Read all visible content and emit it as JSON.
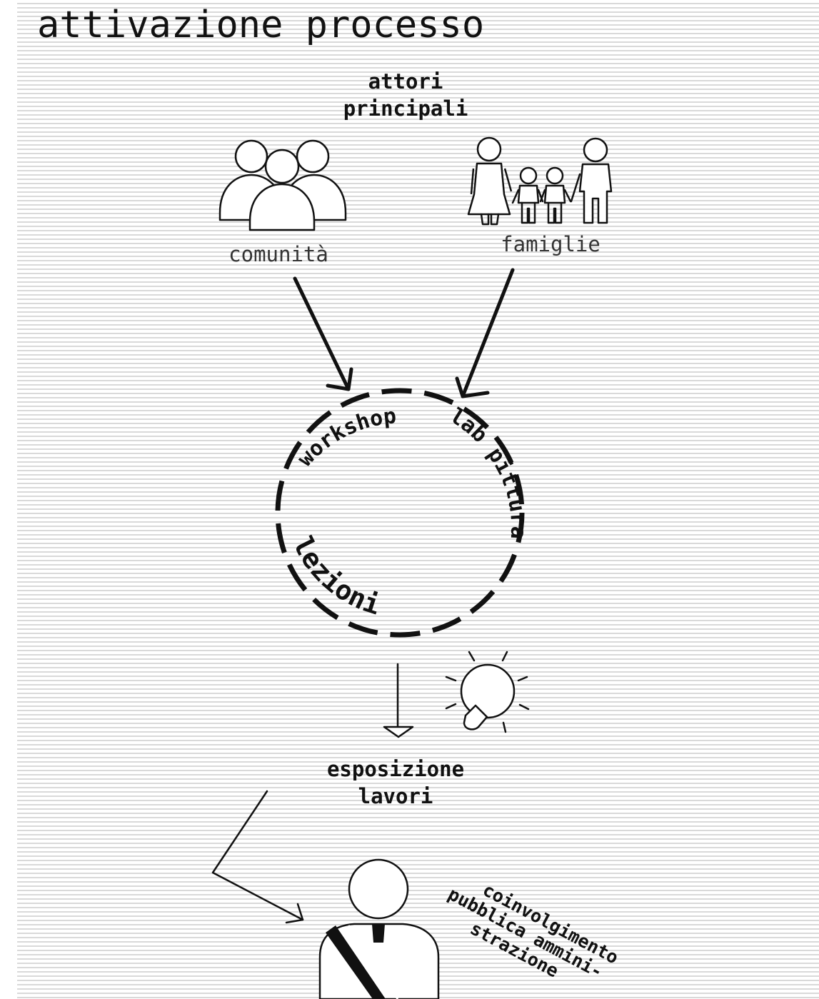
{
  "title": "attivazione processo",
  "actors": {
    "heading_line1": "attori",
    "heading_line2": "principali",
    "left": {
      "label": "comunità",
      "icon": "community-group-icon"
    },
    "right": {
      "label": "famiglie",
      "icon": "family-icon"
    }
  },
  "activities": {
    "shape": "dashed-circle",
    "items": [
      "workshop",
      "lab pittura",
      "lezioni"
    ]
  },
  "idea_icon": "lightbulb-icon",
  "outcome": {
    "line1": "esposizione",
    "line2": "lavori"
  },
  "authority": {
    "icon": "official-with-sash-icon",
    "line1": "coinvolgimento",
    "line2": "pubblica ammini-",
    "line3": "strazione"
  }
}
